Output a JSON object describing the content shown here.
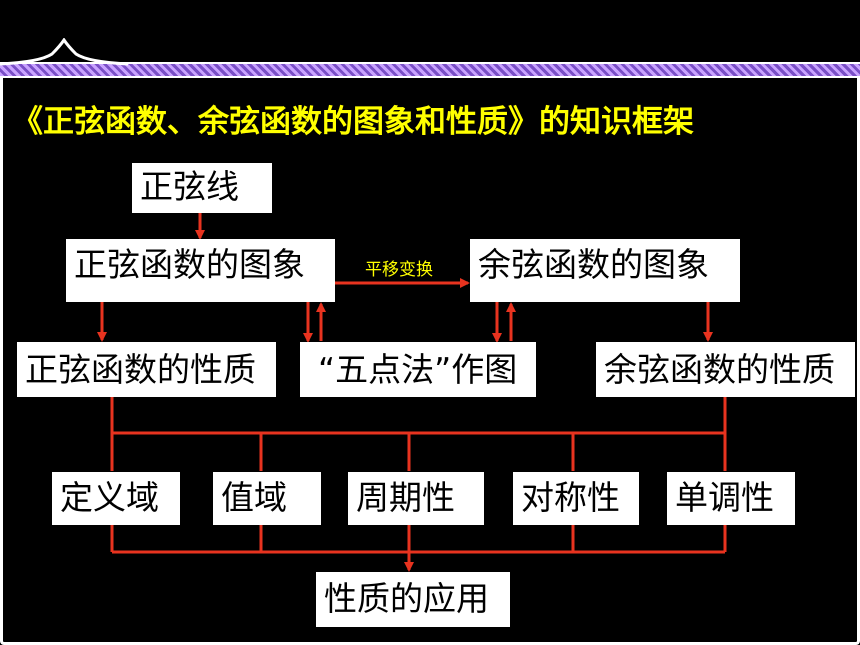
{
  "title": "《正弦函数、余弦函数的图象和性质》的知识框架",
  "nodes": {
    "sine_line": "正弦线",
    "sine_graph": "正弦函数的图象",
    "cosine_graph": "余弦函数的图象",
    "sine_props": "正弦函数的性质",
    "five_point": "“五点法”作图",
    "cosine_props": "余弦函数的性质",
    "domain": "定义域",
    "range": "值域",
    "period": "周期性",
    "symmetry": "对称性",
    "monotonic": "单调性",
    "application": "性质的应用"
  },
  "edge_label": "平移变换",
  "colors": {
    "background": "#000000",
    "title": "#ffff00",
    "arrow": "#e8331f",
    "box": "#ffffff",
    "band": "#9b6ddc"
  }
}
